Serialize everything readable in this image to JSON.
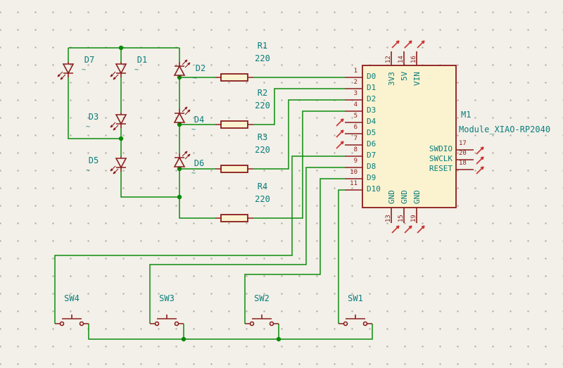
{
  "module": {
    "ref": "M1",
    "value": "Module_XIAO-RP2040",
    "left_pins": [
      {
        "num": "1",
        "name": "D0"
      },
      {
        "num": "2",
        "name": "D1"
      },
      {
        "num": "3",
        "name": "D2"
      },
      {
        "num": "4",
        "name": "D3"
      },
      {
        "num": "5",
        "name": "D4"
      },
      {
        "num": "6",
        "name": "D5"
      },
      {
        "num": "7",
        "name": "D6"
      },
      {
        "num": "8",
        "name": "D7"
      },
      {
        "num": "9",
        "name": "D8"
      },
      {
        "num": "10",
        "name": "D9"
      },
      {
        "num": "11",
        "name": "D10"
      }
    ],
    "top_pins": [
      {
        "num": "12",
        "name": "3V3"
      },
      {
        "num": "14",
        "name": "5V"
      },
      {
        "num": "16",
        "name": "VIN"
      }
    ],
    "right_pins": [
      {
        "num": "17",
        "name": "SWDIO"
      },
      {
        "num": "20",
        "name": "SWCLK"
      },
      {
        "num": "18",
        "name": "RESET"
      }
    ],
    "bottom_pins": [
      {
        "num": "13",
        "name": "GND"
      },
      {
        "num": "15",
        "name": "GND"
      },
      {
        "num": "19",
        "name": "GND"
      }
    ]
  },
  "resistors": [
    {
      "ref": "R1",
      "value": "220"
    },
    {
      "ref": "R2",
      "value": "220"
    },
    {
      "ref": "R3",
      "value": "220"
    },
    {
      "ref": "R4",
      "value": "220"
    }
  ],
  "leds": [
    {
      "ref": "D7",
      "value": "~"
    },
    {
      "ref": "D1",
      "value": "~"
    },
    {
      "ref": "D2",
      "value": "~"
    },
    {
      "ref": "D3",
      "value": "~"
    },
    {
      "ref": "D4",
      "value": "~"
    },
    {
      "ref": "D5",
      "value": "~"
    },
    {
      "ref": "D6",
      "value": "~"
    }
  ],
  "switches": [
    {
      "ref": "SW4"
    },
    {
      "ref": "SW3"
    },
    {
      "ref": "SW2"
    },
    {
      "ref": "SW1"
    }
  ],
  "colors": {
    "wire": "#0a8a0a",
    "symbol": "#8a1a1a",
    "symbol_fill": "#fbf3cf",
    "field_text": "#0b7d7d",
    "erc_marker": "#cb3434",
    "background": "#f2f0e8"
  }
}
